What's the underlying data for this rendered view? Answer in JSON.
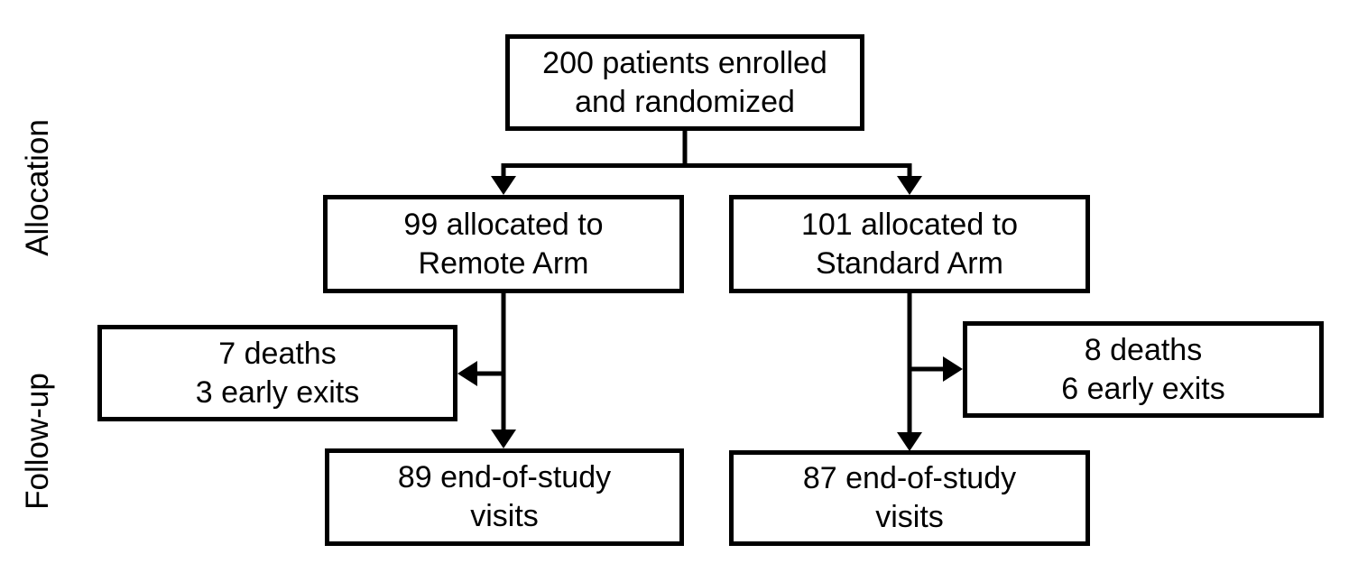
{
  "diagram": {
    "type": "flowchart",
    "stage_labels": [
      {
        "label": "Allocation"
      },
      {
        "label": "Follow-up"
      }
    ],
    "nodes": {
      "enrolled": {
        "line1": "200 patients enrolled",
        "line2": "and randomized"
      },
      "remote_arm": {
        "line1": "99 allocated to",
        "line2": "Remote Arm"
      },
      "standard_arm": {
        "line1": "101 allocated to",
        "line2": "Standard Arm"
      },
      "remote_exits": {
        "line1": "7 deaths",
        "line2": "3 early exits"
      },
      "standard_exits": {
        "line1": "8 deaths",
        "line2": "6 early exits"
      },
      "remote_end": {
        "line1": "89 end-of-study",
        "line2": "visits"
      },
      "standard_end": {
        "line1": "87 end-of-study",
        "line2": "visits"
      }
    },
    "colors": {
      "box_border": "#000000",
      "text": "#000000",
      "background": "#ffffff",
      "line": "#000000"
    }
  }
}
